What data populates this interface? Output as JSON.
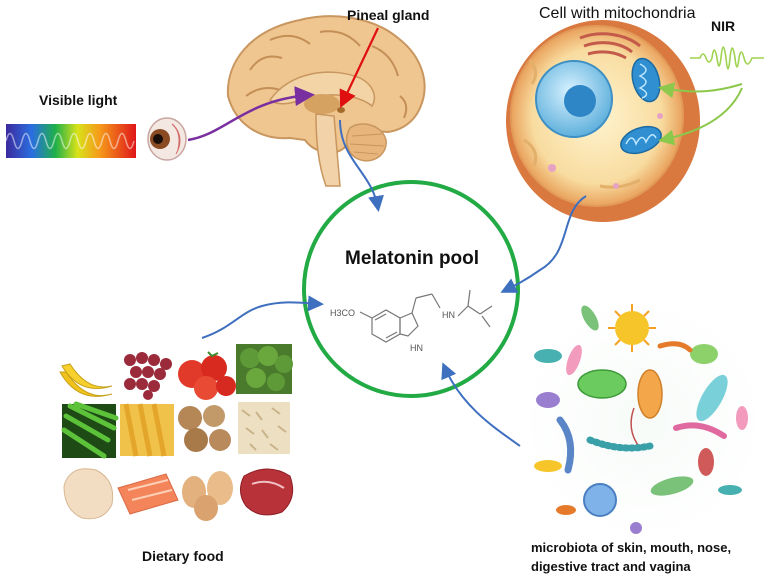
{
  "labels": {
    "pineal_gland": "Pineal gland",
    "cell_mito": "Cell with mitochondria",
    "nir": "NIR",
    "visible_light": "Visible light",
    "melatonin_pool": "Melatonin pool",
    "dietary_food": "Dietary food",
    "microbiota_line1": "microbiota of skin, mouth, nose,",
    "microbiota_line2": "digestive tract and vagina"
  },
  "molecule": {
    "methoxy": "H3CO",
    "amide_nh": "HN",
    "indole_nh": "HN"
  },
  "colors": {
    "pool_circle": "#22aa44",
    "blue_arrow": "#3f6fbf",
    "red_arrow": "#e01010",
    "purple_arrow": "#7a2fa0",
    "nir_arrow": "#8cc84b"
  }
}
